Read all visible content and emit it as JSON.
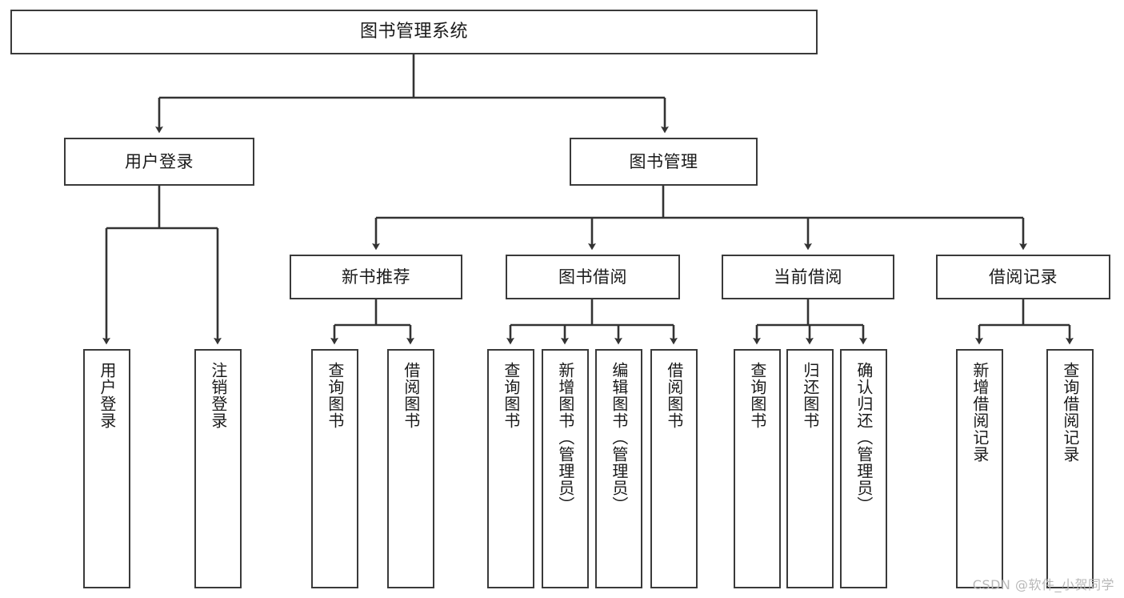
{
  "diagram": {
    "title": "图书管理系统",
    "type": "tree",
    "root": {
      "label": "图书管理系统"
    },
    "level1": [
      {
        "label": "用户登录"
      },
      {
        "label": "图书管理"
      }
    ],
    "level2": [
      {
        "label": "新书推荐"
      },
      {
        "label": "图书借阅"
      },
      {
        "label": "当前借阅"
      },
      {
        "label": "借阅记录"
      }
    ],
    "leaves_user_login": [
      {
        "label": "用户登录"
      },
      {
        "label": "注销登录"
      }
    ],
    "leaves_new_book": [
      {
        "label": "查询图书"
      },
      {
        "label": "借阅图书"
      }
    ],
    "leaves_borrow": [
      {
        "label": "查询图书"
      },
      {
        "label": "新增图书（管理员）"
      },
      {
        "label": "编辑图书（管理员）"
      },
      {
        "label": "借阅图书"
      }
    ],
    "leaves_current": [
      {
        "label": "查询图书"
      },
      {
        "label": "归还图书"
      },
      {
        "label": "确认归还（管理员）"
      }
    ],
    "leaves_records": [
      {
        "label": "新增借阅记录"
      },
      {
        "label": "查询借阅记录"
      }
    ]
  },
  "watermark": {
    "text": "CSDN @软件_小贺同学"
  },
  "colors": {
    "stroke": "#3a3a3a",
    "background": "#ffffff",
    "text": "#1a1a1a",
    "watermark": "#b8b8b8"
  }
}
